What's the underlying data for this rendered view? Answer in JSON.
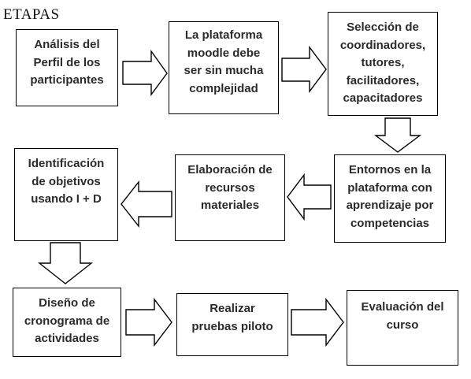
{
  "title": "ETAPAS",
  "boxes": {
    "b1": "Análisis del\nPerfil de los\nparticipantes",
    "b2": "La plataforma\nmoodle debe\nser sin mucha\ncomplejidad",
    "b3": "Selección de\ncoordinadores,\ntutores,\nfacilitadores,\ncapacitadores",
    "b4": "Entornos en la\nplataforma con\naprendizaje por\ncompetencias",
    "b5": "Elaboración de\nrecursos\nmateriales",
    "b6": "Identificación\nde objetivos\nusando I + D",
    "b7": "Diseño de\ncronograma de\nactividades",
    "b8": "Realizar\npruebas piloto",
    "b9": "Evaluación del\ncurso"
  }
}
